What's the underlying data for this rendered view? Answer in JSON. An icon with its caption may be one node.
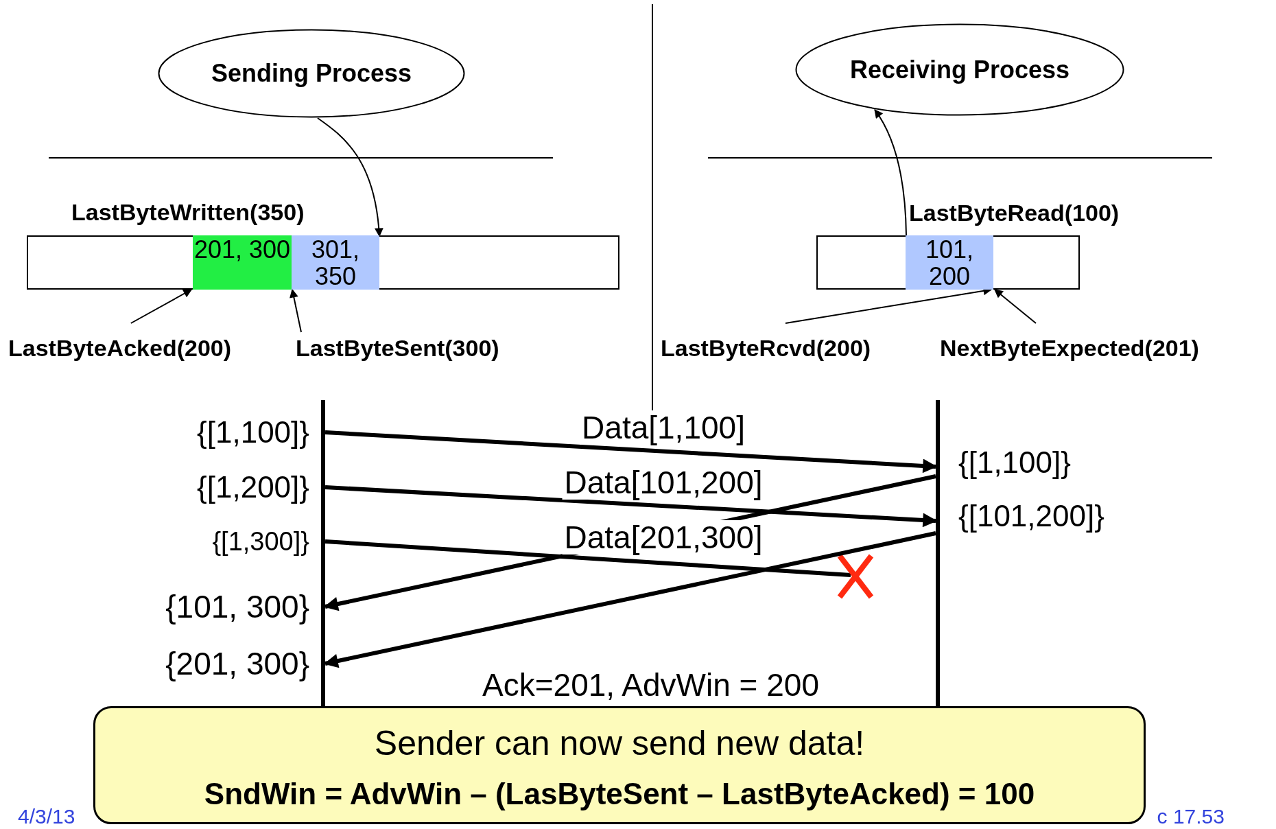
{
  "diagram": {
    "nodes": [
      {
        "text": [
          "Sending Process"
        ]
      },
      {
        "text": [],
        "shape": "box"
      },
      {
        "text": [
          "201, 300"
        ],
        "in": 1
      },
      {
        "text": [
          "301, 350"
        ],
        "in": 1
      },
      {
        "text": [
          "LastByteAcked(200)"
        ]
      },
      {
        "text": [
          "LastByteSent(300)"
        ]
      },
      {
        "text": [
          "Receiving Process"
        ]
      },
      {
        "text": [],
        "shape": "box"
      },
      {
        "text": [
          "101, 200"
        ],
        "in": 7
      },
      {
        "text": [
          "LastByteRcvd(200)"
        ]
      },
      {
        "text": [
          "NextByteExpected(201)"
        ]
      },
      {
        "text": [],
        "shape": "bar"
      },
      {
        "text": [],
        "shape": "bar"
      },
      {
        "text": [
          "Sender can now send new data!",
          "SndWin = AdvWin – (LasByteSent – LastByteAcked) = 100"
        ]
      }
    ],
    "edges": [
      {
        "from": 0,
        "to": 3,
        "arrow": "to"
      },
      {
        "from": 4,
        "to": 2,
        "arrow": "to"
      },
      {
        "from": 5,
        "to": 3,
        "arrow": "to"
      },
      {
        "from": 8,
        "to": 6,
        "arrow": "to"
      },
      {
        "from": 9,
        "to": 8,
        "arrow": "to"
      },
      {
        "from": 10,
        "to": 8,
        "arrow": "to"
      },
      {
        "from": 11,
        "to": 12,
        "arrow": "to",
        "label": "Data[1,100]",
        "style": "thick"
      },
      {
        "from": 11,
        "to": 12,
        "arrow": "to",
        "label": "Data[101,200]",
        "style": "thick"
      },
      {
        "from": 11,
        "to": null,
        "arrow": "none",
        "label": "Data[201,300]",
        "style": "thick"
      },
      {
        "from": 12,
        "to": 11,
        "arrow": "to",
        "style": "thick"
      },
      {
        "from": 12,
        "to": 11,
        "arrow": "to",
        "label": "Ack=201, AdvWin = 200",
        "style": "thick"
      }
    ],
    "labels": [
      "LastByteWritten(350)",
      "LastByteRead(100)",
      "{[1,100]}",
      "{[1,100]}",
      "{[1,200]}",
      "{[101,200]}",
      "{[1,300]}",
      "{101, 300}",
      "{201, 300}",
      "4/3/13",
      "c 17.53"
    ]
  }
}
